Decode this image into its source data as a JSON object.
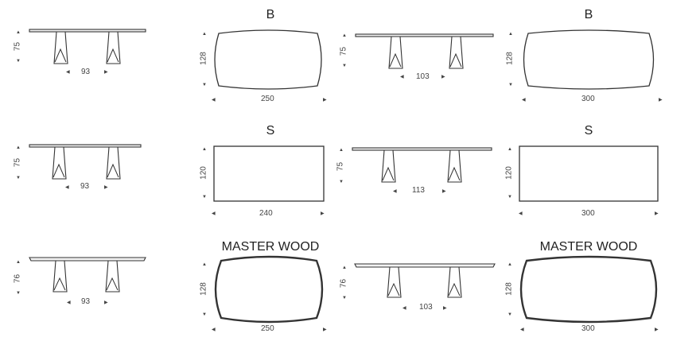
{
  "rows": [
    {
      "side_a": {
        "height": "75",
        "base": "93"
      },
      "top_a": {
        "title": "B",
        "depth": "128",
        "length": "250"
      },
      "side_b": {
        "height": "75",
        "base": "103"
      },
      "top_b": {
        "title": "B",
        "depth": "128",
        "length": "300"
      }
    },
    {
      "side_a": {
        "height": "75",
        "base": "93"
      },
      "top_a": {
        "title": "S",
        "depth": "120",
        "length": "240"
      },
      "side_b": {
        "height": "75",
        "base": "113"
      },
      "top_b": {
        "title": "S",
        "depth": "120",
        "length": "300"
      }
    },
    {
      "side_a": {
        "height": "76",
        "base": "93"
      },
      "top_a": {
        "title": "MASTER WOOD",
        "depth": "128",
        "length": "250"
      },
      "side_b": {
        "height": "76",
        "base": "103"
      },
      "top_b": {
        "title": "MASTER WOOD",
        "depth": "128",
        "length": "300"
      }
    }
  ]
}
